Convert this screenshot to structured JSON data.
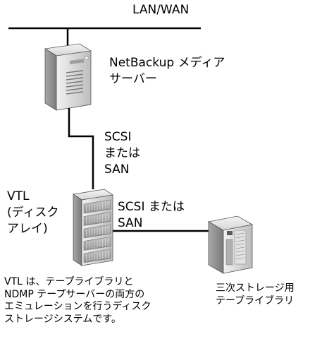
{
  "network": {
    "label": "LAN/WAN"
  },
  "media_server": {
    "label_line1": "NetBackup メディア",
    "label_line2": "サーバー"
  },
  "link_server_vtl": {
    "label_line1": "SCSI",
    "label_line2": "または",
    "label_line3": "SAN"
  },
  "vtl": {
    "label_line1": "VTL",
    "label_line2": "(ディスク",
    "label_line3": "アレイ)",
    "description_line1": "VTL は、テープライブラリと",
    "description_line2": "NDMP テープサーバーの両方の",
    "description_line3": "エミュレーションを行うディスク",
    "description_line4": "ストレージシステムです。"
  },
  "link_vtl_library": {
    "label_line1": "SCSI または",
    "label_line2": "SAN"
  },
  "tape_library": {
    "label_line1": "三次ストレージ用",
    "label_line2": "テープライブラリ"
  },
  "colors": {
    "line": "#000000",
    "device_light": "#e6e6e6",
    "device_mid": "#c8c8c8",
    "device_dark": "#8a8a8a",
    "drive_bay": "#9a9a9a"
  },
  "icons": [
    "server-tower-icon",
    "disk-array-icon",
    "tape-library-icon"
  ]
}
